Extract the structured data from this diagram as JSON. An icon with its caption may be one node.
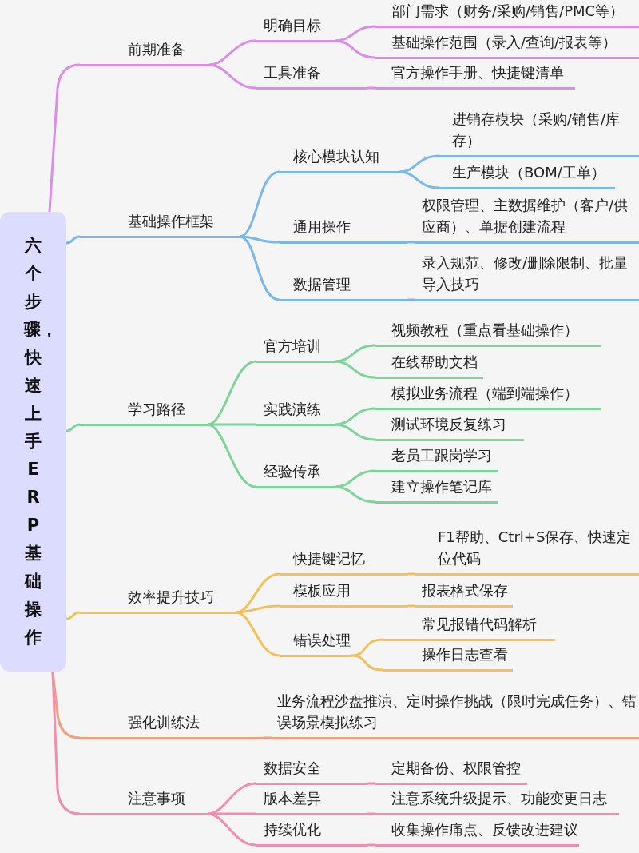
{
  "diagram": {
    "nodes": [
      {
        "text": [
          "六个步骤，快速上手ERP基础操作"
        ]
      },
      {
        "text": [
          "前期准备"
        ]
      },
      {
        "text": [
          "明确目标"
        ]
      },
      {
        "text": [
          "部门需求（财务/采购/销售/PMC等）"
        ]
      },
      {
        "text": [
          "基础操作范围（录入/查询/报表等）"
        ]
      },
      {
        "text": [
          "工具准备"
        ]
      },
      {
        "text": [
          "官方操作手册、快捷键清单"
        ]
      },
      {
        "text": [
          "基础操作框架"
        ]
      },
      {
        "text": [
          "核心模块认知"
        ]
      },
      {
        "text": [
          "进销存模块（采购/销售/库存）"
        ]
      },
      {
        "text": [
          "生产模块（BOM/工单）"
        ]
      },
      {
        "text": [
          "通用操作"
        ]
      },
      {
        "text": [
          "权限管理、主数据维护（客户/供应商）、单据创建流程"
        ]
      },
      {
        "text": [
          "数据管理"
        ]
      },
      {
        "text": [
          "录入规范、修改/删除限制、批量导入技巧"
        ]
      },
      {
        "text": [
          "学习路径"
        ]
      },
      {
        "text": [
          "官方培训"
        ]
      },
      {
        "text": [
          "视频教程（重点看基础操作）"
        ]
      },
      {
        "text": [
          "在线帮助文档"
        ]
      },
      {
        "text": [
          "实践演练"
        ]
      },
      {
        "text": [
          "模拟业务流程（端到端操作）"
        ]
      },
      {
        "text": [
          "测试环境反复练习"
        ]
      },
      {
        "text": [
          "经验传承"
        ]
      },
      {
        "text": [
          "老员工跟岗学习"
        ]
      },
      {
        "text": [
          "建立操作笔记库"
        ]
      },
      {
        "text": [
          "效率提升技巧"
        ]
      },
      {
        "text": [
          "快捷键记忆"
        ]
      },
      {
        "text": [
          "F1帮助、Ctrl+S保存、快速定位代码"
        ]
      },
      {
        "text": [
          "模板应用"
        ]
      },
      {
        "text": [
          "报表格式保存"
        ]
      },
      {
        "text": [
          "错误处理"
        ]
      },
      {
        "text": [
          "常见报错代码解析"
        ]
      },
      {
        "text": [
          "操作日志查看"
        ]
      },
      {
        "text": [
          "强化训练法"
        ]
      },
      {
        "text": [
          "业务流程沙盘推演、定时操作挑战（限时完成任务）、错误场景模拟练习"
        ]
      },
      {
        "text": [
          "注意事项"
        ]
      },
      {
        "text": [
          "数据安全"
        ]
      },
      {
        "text": [
          "定期备份、权限管控"
        ]
      },
      {
        "text": [
          "版本差异"
        ]
      },
      {
        "text": [
          "注意系统升级提示、功能变更日志"
        ]
      },
      {
        "text": [
          "持续优化"
        ]
      },
      {
        "text": [
          "收集操作痛点、反馈改进建议"
        ]
      }
    ],
    "edges": [
      {
        "from": 0,
        "to": 1,
        "arrow": "none",
        "color": "#d98ce8"
      },
      {
        "from": 1,
        "to": 2,
        "arrow": "none",
        "color": "#d98ce8"
      },
      {
        "from": 2,
        "to": 3,
        "arrow": "none",
        "color": "#d98ce8"
      },
      {
        "from": 2,
        "to": 4,
        "arrow": "none",
        "color": "#d98ce8"
      },
      {
        "from": 1,
        "to": 5,
        "arrow": "none",
        "color": "#d98ce8"
      },
      {
        "from": 5,
        "to": 6,
        "arrow": "none",
        "color": "#d98ce8"
      },
      {
        "from": 0,
        "to": 7,
        "arrow": "none",
        "color": "#7ab8ea"
      },
      {
        "from": 7,
        "to": 8,
        "arrow": "none",
        "color": "#7ab8ea"
      },
      {
        "from": 8,
        "to": 9,
        "arrow": "none",
        "color": "#7ab8ea"
      },
      {
        "from": 8,
        "to": 10,
        "arrow": "none",
        "color": "#7ab8ea"
      },
      {
        "from": 7,
        "to": 11,
        "arrow": "none",
        "color": "#7ab8ea"
      },
      {
        "from": 11,
        "to": 12,
        "arrow": "none",
        "color": "#7ab8ea"
      },
      {
        "from": 7,
        "to": 13,
        "arrow": "none",
        "color": "#7ab8ea"
      },
      {
        "from": 13,
        "to": 14,
        "arrow": "none",
        "color": "#7ab8ea"
      },
      {
        "from": 0,
        "to": 15,
        "arrow": "none",
        "color": "#7dd49a"
      },
      {
        "from": 15,
        "to": 16,
        "arrow": "none",
        "color": "#7dd49a"
      },
      {
        "from": 16,
        "to": 17,
        "arrow": "none",
        "color": "#7dd49a"
      },
      {
        "from": 16,
        "to": 18,
        "arrow": "none",
        "color": "#7dd49a"
      },
      {
        "from": 15,
        "to": 19,
        "arrow": "none",
        "color": "#7dd49a"
      },
      {
        "from": 19,
        "to": 20,
        "arrow": "none",
        "color": "#7dd49a"
      },
      {
        "from": 19,
        "to": 21,
        "arrow": "none",
        "color": "#7dd49a"
      },
      {
        "from": 15,
        "to": 22,
        "arrow": "none",
        "color": "#7dd49a"
      },
      {
        "from": 22,
        "to": 23,
        "arrow": "none",
        "color": "#7dd49a"
      },
      {
        "from": 22,
        "to": 24,
        "arrow": "none",
        "color": "#7dd49a"
      },
      {
        "from": 0,
        "to": 25,
        "arrow": "none",
        "color": "#f2c15a"
      },
      {
        "from": 25,
        "to": 26,
        "arrow": "none",
        "color": "#f2c15a"
      },
      {
        "from": 26,
        "to": 27,
        "arrow": "none",
        "color": "#f2c15a"
      },
      {
        "from": 25,
        "to": 28,
        "arrow": "none",
        "color": "#f2c15a"
      },
      {
        "from": 28,
        "to": 29,
        "arrow": "none",
        "color": "#f2c15a"
      },
      {
        "from": 25,
        "to": 30,
        "arrow": "none",
        "color": "#f2c15a"
      },
      {
        "from": 30,
        "to": 31,
        "arrow": "none",
        "color": "#f2c15a"
      },
      {
        "from": 30,
        "to": 32,
        "arrow": "none",
        "color": "#f2c15a"
      },
      {
        "from": 0,
        "to": 33,
        "arrow": "none",
        "color": "#f0a07a"
      },
      {
        "from": 33,
        "to": 34,
        "arrow": "none",
        "color": "#f0a07a"
      },
      {
        "from": 0,
        "to": 35,
        "arrow": "none",
        "color": "#f28cb0"
      },
      {
        "from": 35,
        "to": 36,
        "arrow": "none",
        "color": "#f28cb0"
      },
      {
        "from": 36,
        "to": 37,
        "arrow": "none",
        "color": "#f28cb0"
      },
      {
        "from": 35,
        "to": 38,
        "arrow": "none",
        "color": "#f28cb0"
      },
      {
        "from": 38,
        "to": 39,
        "arrow": "none",
        "color": "#f28cb0"
      },
      {
        "from": 35,
        "to": 40,
        "arrow": "none",
        "color": "#f28cb0"
      },
      {
        "from": 40,
        "to": 41,
        "arrow": "none",
        "color": "#f28cb0"
      }
    ]
  }
}
